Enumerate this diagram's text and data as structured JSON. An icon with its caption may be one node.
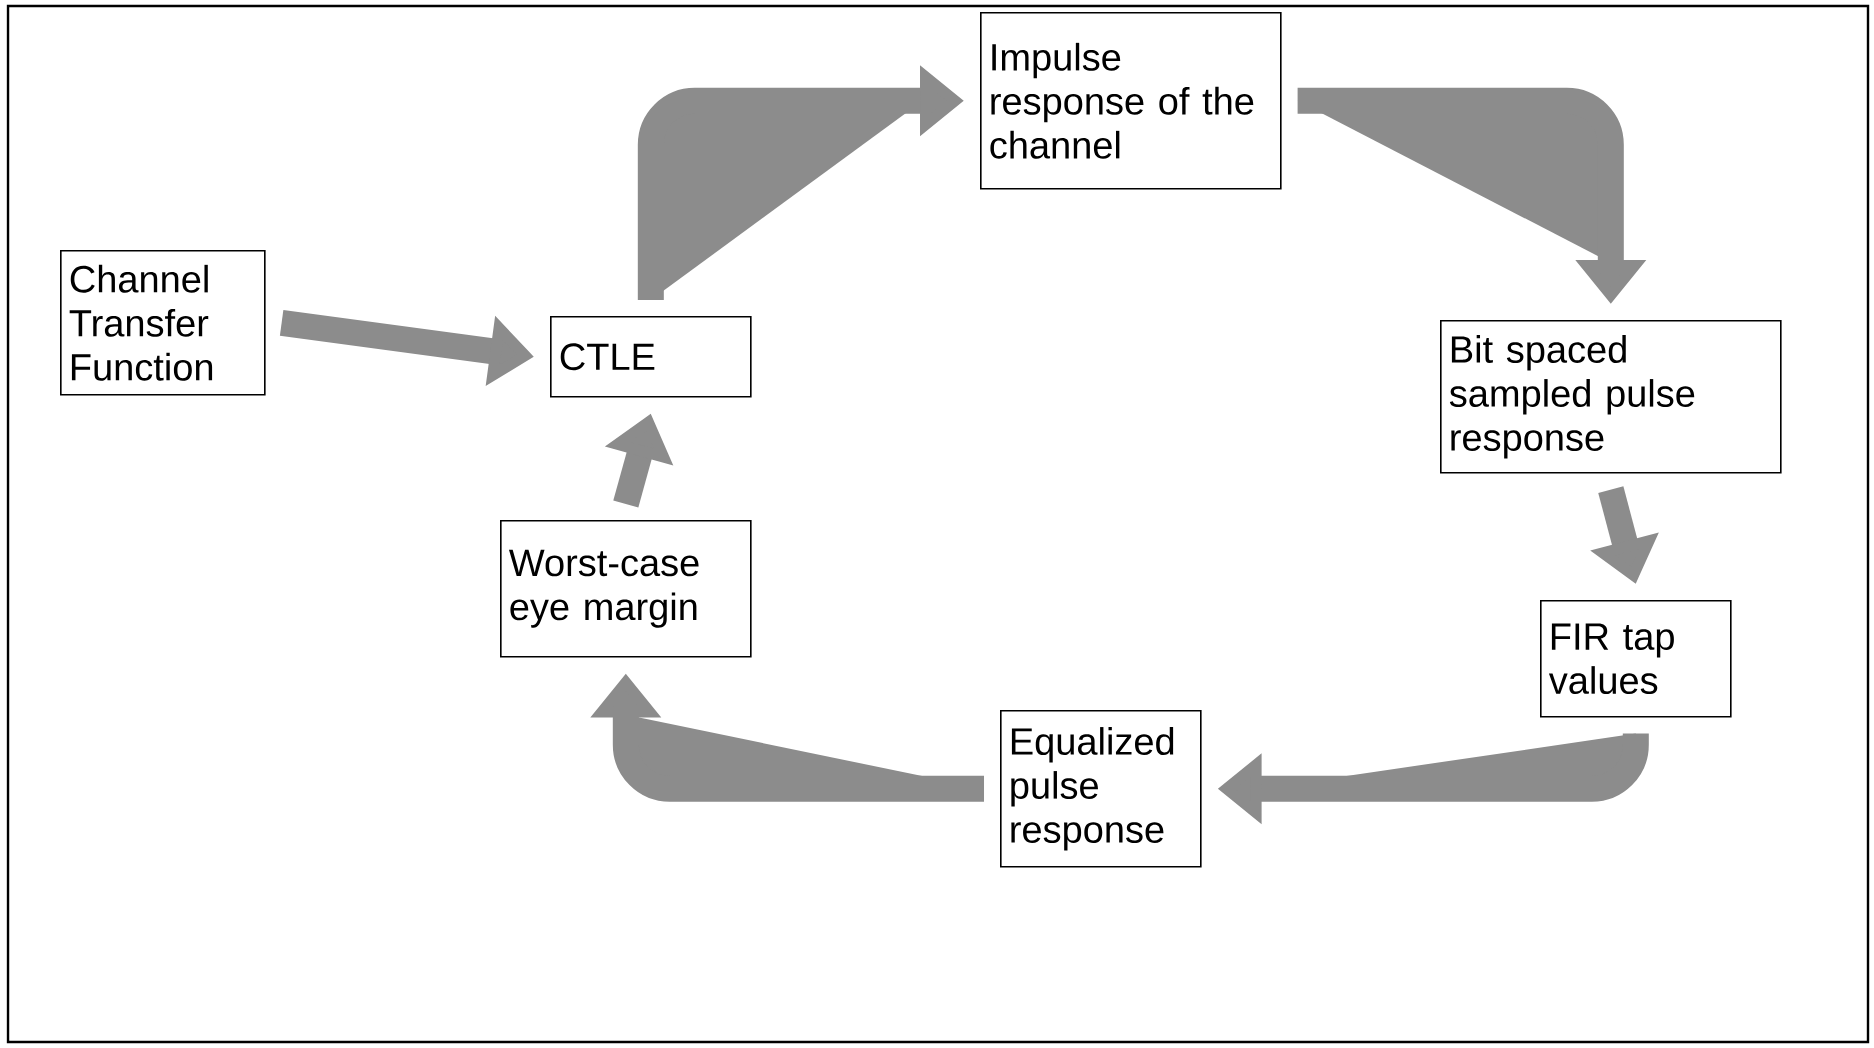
{
  "diagram": {
    "nodes": [
      {
        "text": [
          "Channel Transfer Function"
        ]
      },
      {
        "text": [
          "CTLE"
        ]
      },
      {
        "text": [
          "Impulse response of the channel"
        ]
      },
      {
        "text": [
          "Bit spaced sampled pulse response"
        ]
      },
      {
        "text": [
          "FIR tap values"
        ]
      },
      {
        "text": [
          "Equalized pulse response"
        ]
      },
      {
        "text": [
          "Worst-case eye margin"
        ]
      }
    ],
    "edges": [
      {
        "from": 0,
        "to": 1,
        "arrow": "to"
      },
      {
        "from": 1,
        "to": 2,
        "arrow": "to"
      },
      {
        "from": 2,
        "to": 3,
        "arrow": "to"
      },
      {
        "from": 3,
        "to": 4,
        "arrow": "to"
      },
      {
        "from": 4,
        "to": 5,
        "arrow": "to"
      },
      {
        "from": 5,
        "to": 6,
        "arrow": "to"
      },
      {
        "from": 6,
        "to": 1,
        "arrow": "to"
      }
    ]
  }
}
